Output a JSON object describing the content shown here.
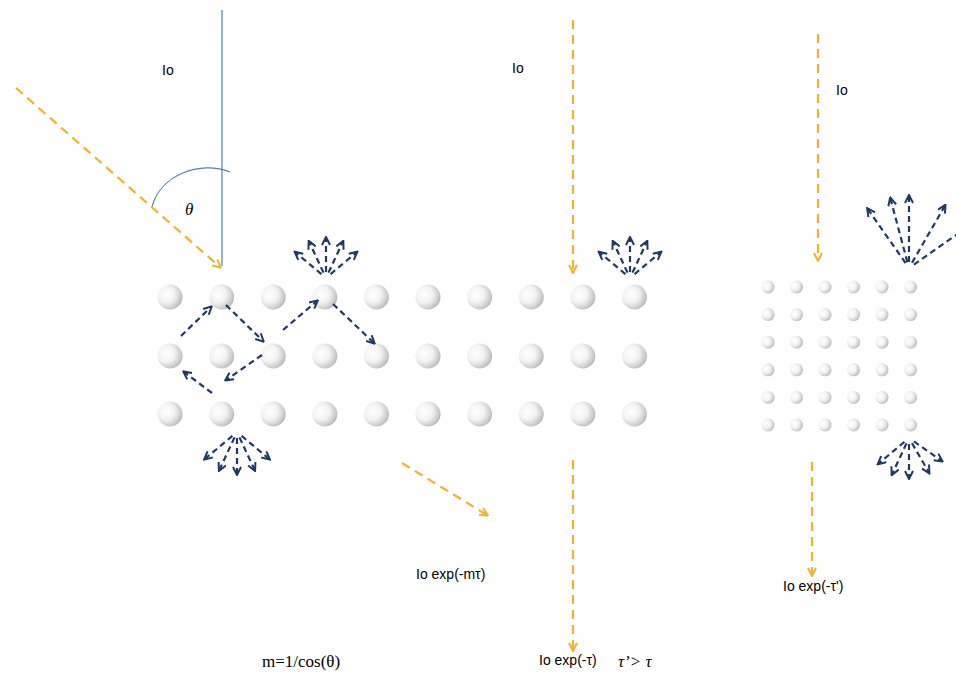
{
  "diagram": {
    "labels": [
      "Io",
      "θ",
      "Io",
      "Io",
      "Io exp(-mτ)",
      "Io exp(-τ)",
      "Io exp(-τ')",
      "m=1/cos(θ)",
      "τ’> τ"
    ]
  }
}
